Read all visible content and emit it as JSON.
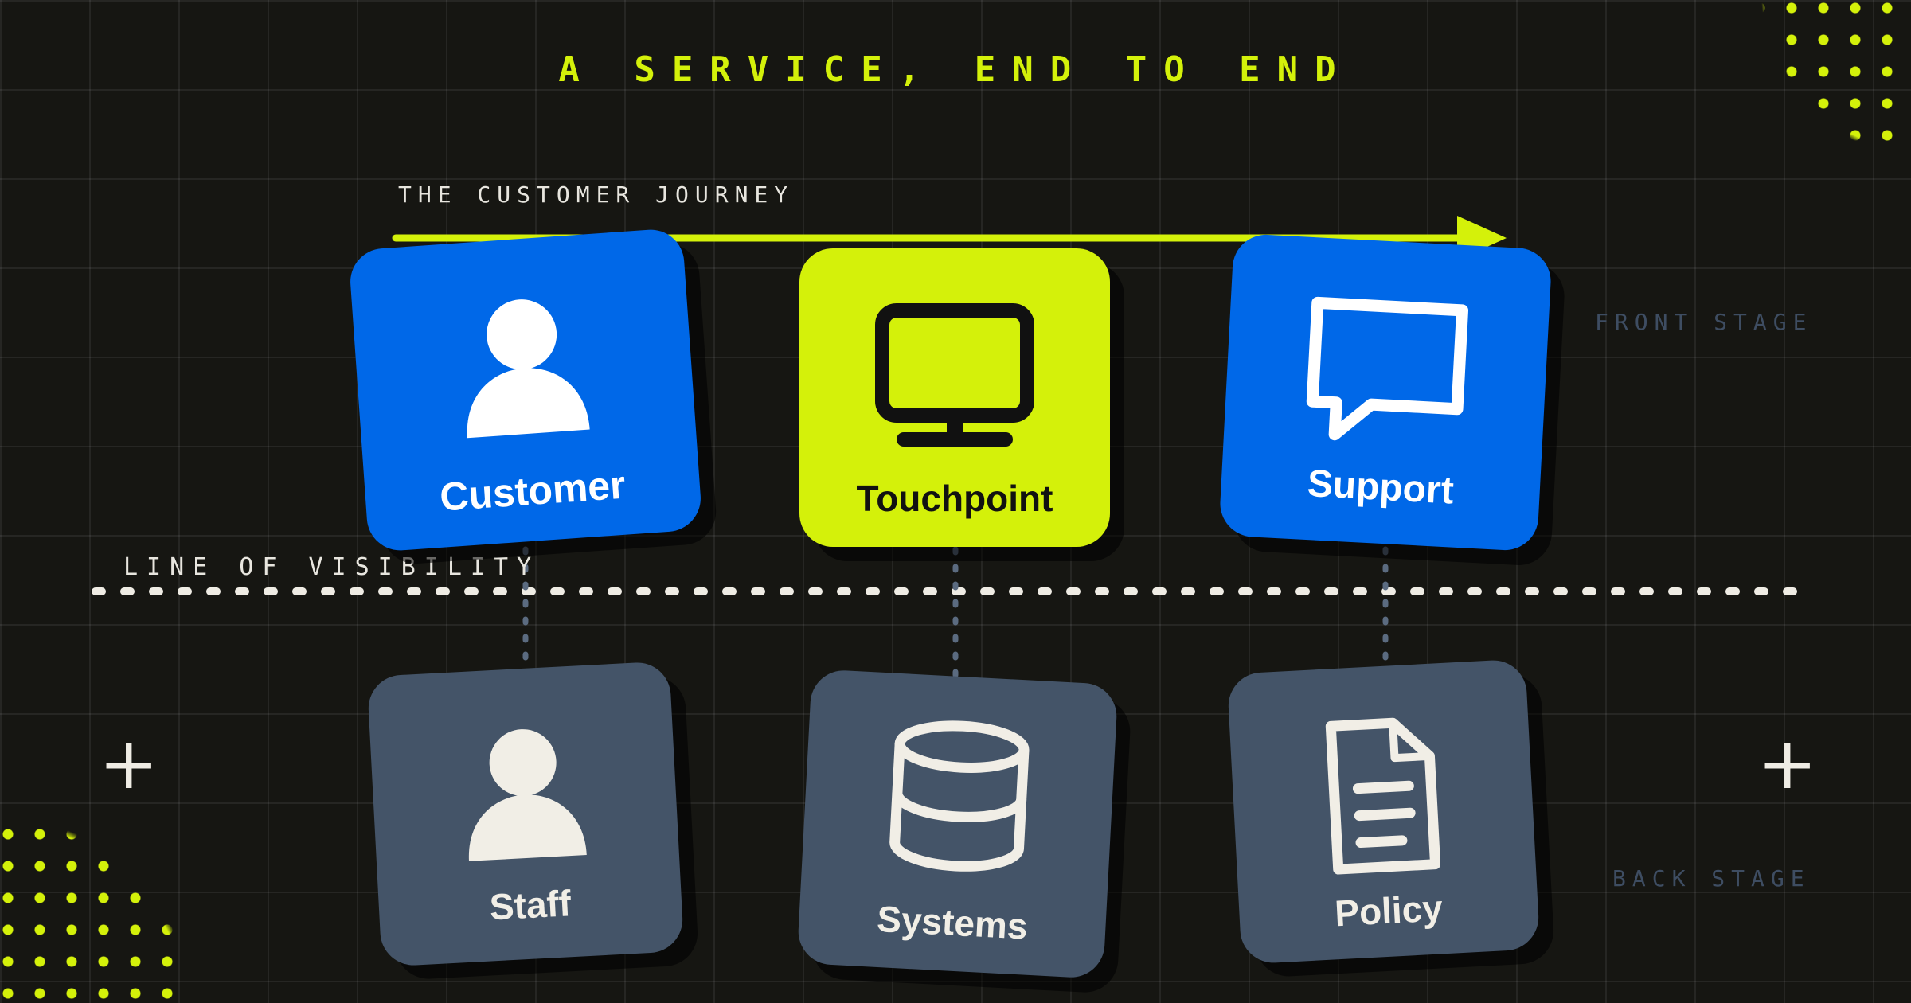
{
  "title": "A SERVICE, END TO END",
  "journey_label": "THE CUSTOMER JOURNEY",
  "visibility_label": "LINE OF VISIBILITY",
  "front_stage_label": "FRONT STAGE",
  "back_stage_label": "BACK STAGE",
  "front_stage": [
    {
      "label": "Customer",
      "icon": "person-icon",
      "color": "#0068e8"
    },
    {
      "label": "Touchpoint",
      "icon": "monitor-icon",
      "color": "#d4f10a"
    },
    {
      "label": "Support",
      "icon": "chat-bubble-icon",
      "color": "#0068e8"
    }
  ],
  "back_stage": [
    {
      "label": "Staff",
      "icon": "person-icon",
      "color": "#445468"
    },
    {
      "label": "Systems",
      "icon": "database-icon",
      "color": "#445468"
    },
    {
      "label": "Policy",
      "icon": "document-icon",
      "color": "#445468"
    }
  ],
  "colors": {
    "background": "#161612",
    "accent": "#d4f10a",
    "front_card": "#0068e8",
    "back_card": "#445468",
    "muted_label": "#3e4d62",
    "dotted_line": "#efece4"
  }
}
